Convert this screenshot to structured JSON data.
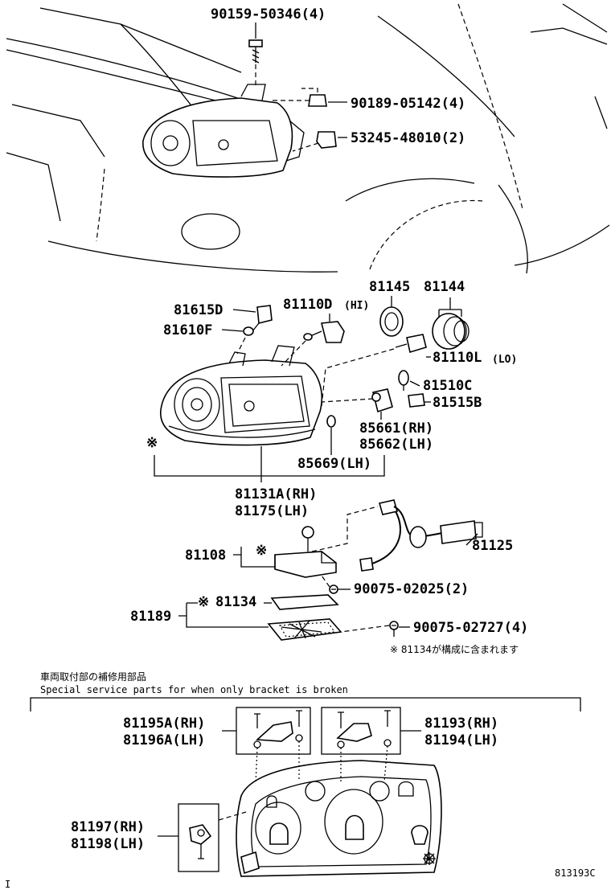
{
  "callouts": {
    "c_90159": "90159-50346(4)",
    "c_90189": "90189-05142(4)",
    "c_53245": "53245-48010(2)",
    "c_81145": "81145",
    "c_81144": "81144",
    "c_81615D": "81615D",
    "c_81110D": "81110D",
    "c_81110D_sfx": "(HI)",
    "c_81610F": "81610F",
    "c_81110L": "81110L",
    "c_81110L_sfx": "(LO)",
    "c_81510C": "81510C",
    "c_81515B": "81515B",
    "c_85661": "85661(RH)",
    "c_85662": "85662(LH)",
    "c_85669": "85669(LH)",
    "c_81131A": "81131A(RH)",
    "c_81175": "81175(LH)",
    "c_81108": "81108",
    "c_81125": "81125",
    "c_90075a": "90075-02025(2)",
    "c_81134": "81134",
    "c_81189": "81189",
    "c_90075b": "90075-02727(4)",
    "c_81195A": "81195A(RH)",
    "c_81196A": "81196A(LH)",
    "c_81193": "81193(RH)",
    "c_81194": "81194(LH)",
    "c_81197": "81197(RH)",
    "c_81198": "81198(LH)"
  },
  "marks": {
    "ref_mark_1": "※",
    "ref_mark_2": "※",
    "ref_mark_3": "※"
  },
  "notes": {
    "includes_note": "※ 81134が構成に含まれます",
    "section_title_jp": "車両取付部の補修用部品",
    "section_title_en": "Special service parts for when only bracket is broken"
  },
  "footer": {
    "figure_code": "813193C",
    "corner_mark": "I"
  }
}
